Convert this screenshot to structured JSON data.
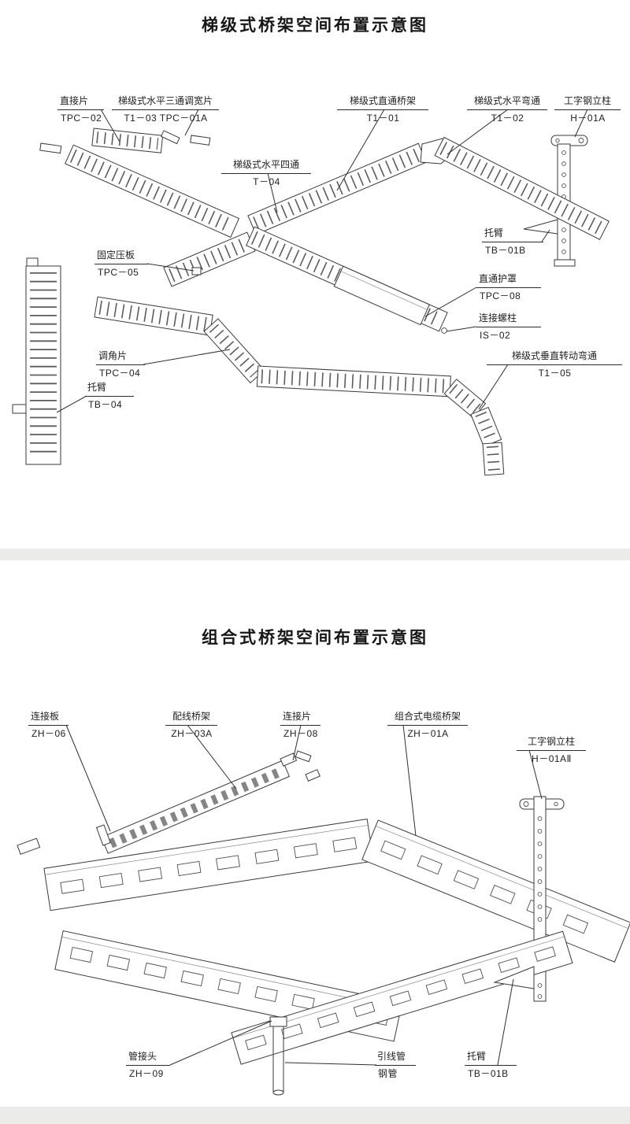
{
  "colors": {
    "line": "#3a3a3a",
    "band": "#ebebea",
    "paper": "#ffffff"
  },
  "diagram1": {
    "title": "梯级式桥架空间布置示意图",
    "labels": [
      {
        "name": "直接片",
        "code": "TPC－02"
      },
      {
        "name": "梯级式水平三通调宽片",
        "code": "T1－03 TPC－01A"
      },
      {
        "name": "梯级式直通桥架",
        "code": "T1－01"
      },
      {
        "name": "梯级式水平弯通",
        "code": "T1－02"
      },
      {
        "name": "工字钢立柱",
        "code": "H－01A"
      },
      {
        "name": "梯级式水平四通",
        "code": "T－04"
      },
      {
        "name": "托臂",
        "code": "TB－01B"
      },
      {
        "name": "固定压板",
        "code": "TPC－05"
      },
      {
        "name": "直通护罩",
        "code": "TPC－08"
      },
      {
        "name": "连接螺柱",
        "code": "IS－02"
      },
      {
        "name": "调角片",
        "code": "TPC－04"
      },
      {
        "name": "梯级式垂直转动弯通",
        "code": "T1－05"
      },
      {
        "name": "托臂",
        "code": "TB－04"
      }
    ]
  },
  "diagram2": {
    "title": "组合式桥架空间布置示意图",
    "labels": [
      {
        "name": "连接板",
        "code": "ZH－06"
      },
      {
        "name": "配线桥架",
        "code": "ZH－03A"
      },
      {
        "name": "连接片",
        "code": "ZH－08"
      },
      {
        "name": "组合式电缆桥架",
        "code": "ZH－01A"
      },
      {
        "name": "工字钢立柱",
        "code": "H－01AⅡ"
      },
      {
        "name": "管接头",
        "code": "ZH－09"
      },
      {
        "name": "引线管",
        "code": "钢管"
      },
      {
        "name": "托臂",
        "code": "TB－01B"
      }
    ]
  }
}
